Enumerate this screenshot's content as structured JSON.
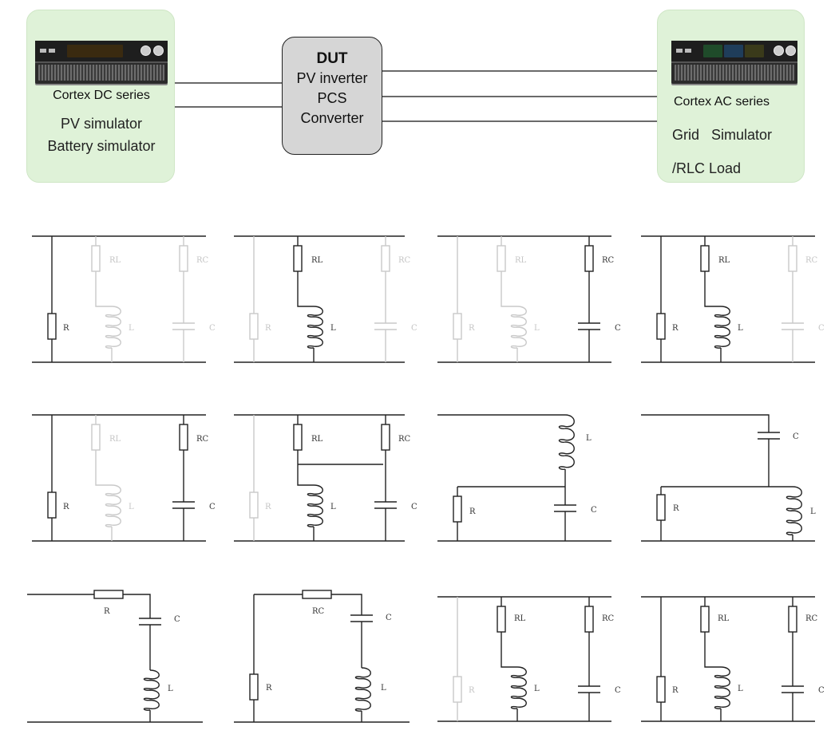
{
  "dc_block": {
    "title": "Cortex DC series",
    "line2": "PV simulator",
    "line3": "Battery simulator"
  },
  "dut_block": {
    "title": "DUT",
    "line2": "PV inverter",
    "line3": "PCS",
    "line4": "Converter"
  },
  "ac_block": {
    "title": "Cortex AC series",
    "line2": "Grid   Simulator",
    "line3": "/RLC Load"
  },
  "component_labels": {
    "R": "R",
    "RL": "RL",
    "RC": "RC",
    "L": "L",
    "C": "C"
  },
  "colors": {
    "block_green": "#dff2d8",
    "dut_gray": "#d6d6d6",
    "active_wire": "#222222",
    "inactive_wire": "#c9c9c9"
  }
}
